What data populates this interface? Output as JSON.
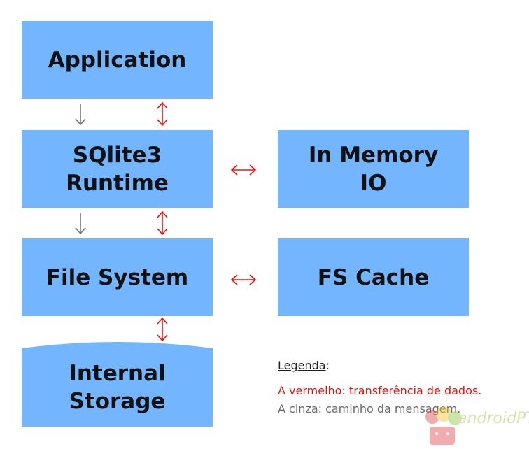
{
  "diagram": {
    "nodes": {
      "application": "Application",
      "runtime": "SQlite3\nRuntime",
      "memory": "In Memory\nIO",
      "filesystem": "File System",
      "fscache": "FS Cache",
      "storage": "Internal\nStorage"
    },
    "colors": {
      "box_fill": "#74b5ff",
      "data_arrow": "#e8120c",
      "message_arrow": "#777777"
    }
  },
  "legend": {
    "title": "Legenda",
    "title_suffix": ":",
    "red": "A vermelho: transferência de dados.",
    "gray": "A cinza: caminho da mensagem."
  },
  "watermark": {
    "logo": "androidPT"
  }
}
